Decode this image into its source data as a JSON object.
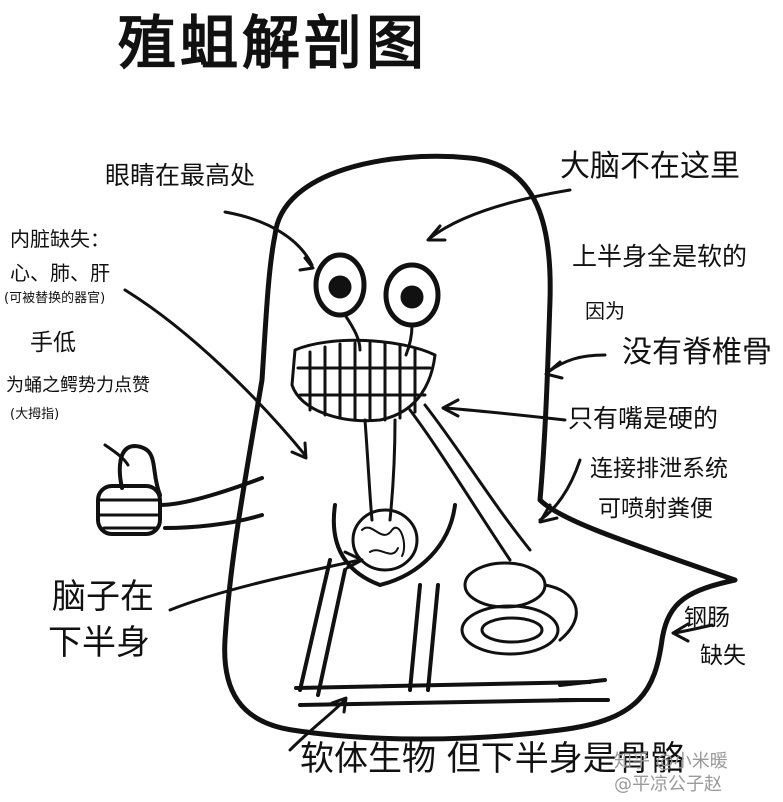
{
  "title": "殖蛆解剖图",
  "labels": {
    "eyes": "眼睛在最高处",
    "brain_not_here": "大脑不在这里",
    "organs_missing_title": "内脏缺失：",
    "organs_missing_list": "心、肺、肝",
    "organs_missing_note": "(可被替换的器官)",
    "hand_title": "手低",
    "hand_note1": "为蛹之鳄势力点赞",
    "hand_note2": "(大拇指)",
    "upper_body1": "上半身全是软的",
    "upper_body2": "因为",
    "upper_body3": "没有脊椎骨",
    "mouth_hard": "只有嘴是硬的",
    "connected1": "连接排泄系统",
    "connected2": "可喷射粪便",
    "brain_lower1": "脑子在",
    "brain_lower2": "下半身",
    "anus_missing1": "钢肠",
    "anus_missing2": "缺失",
    "bottom_caption": "软体生物 但下半身是骨骼",
    "watermark1": "知乎 @小米暖",
    "watermark2": "@平凉公子赵"
  }
}
